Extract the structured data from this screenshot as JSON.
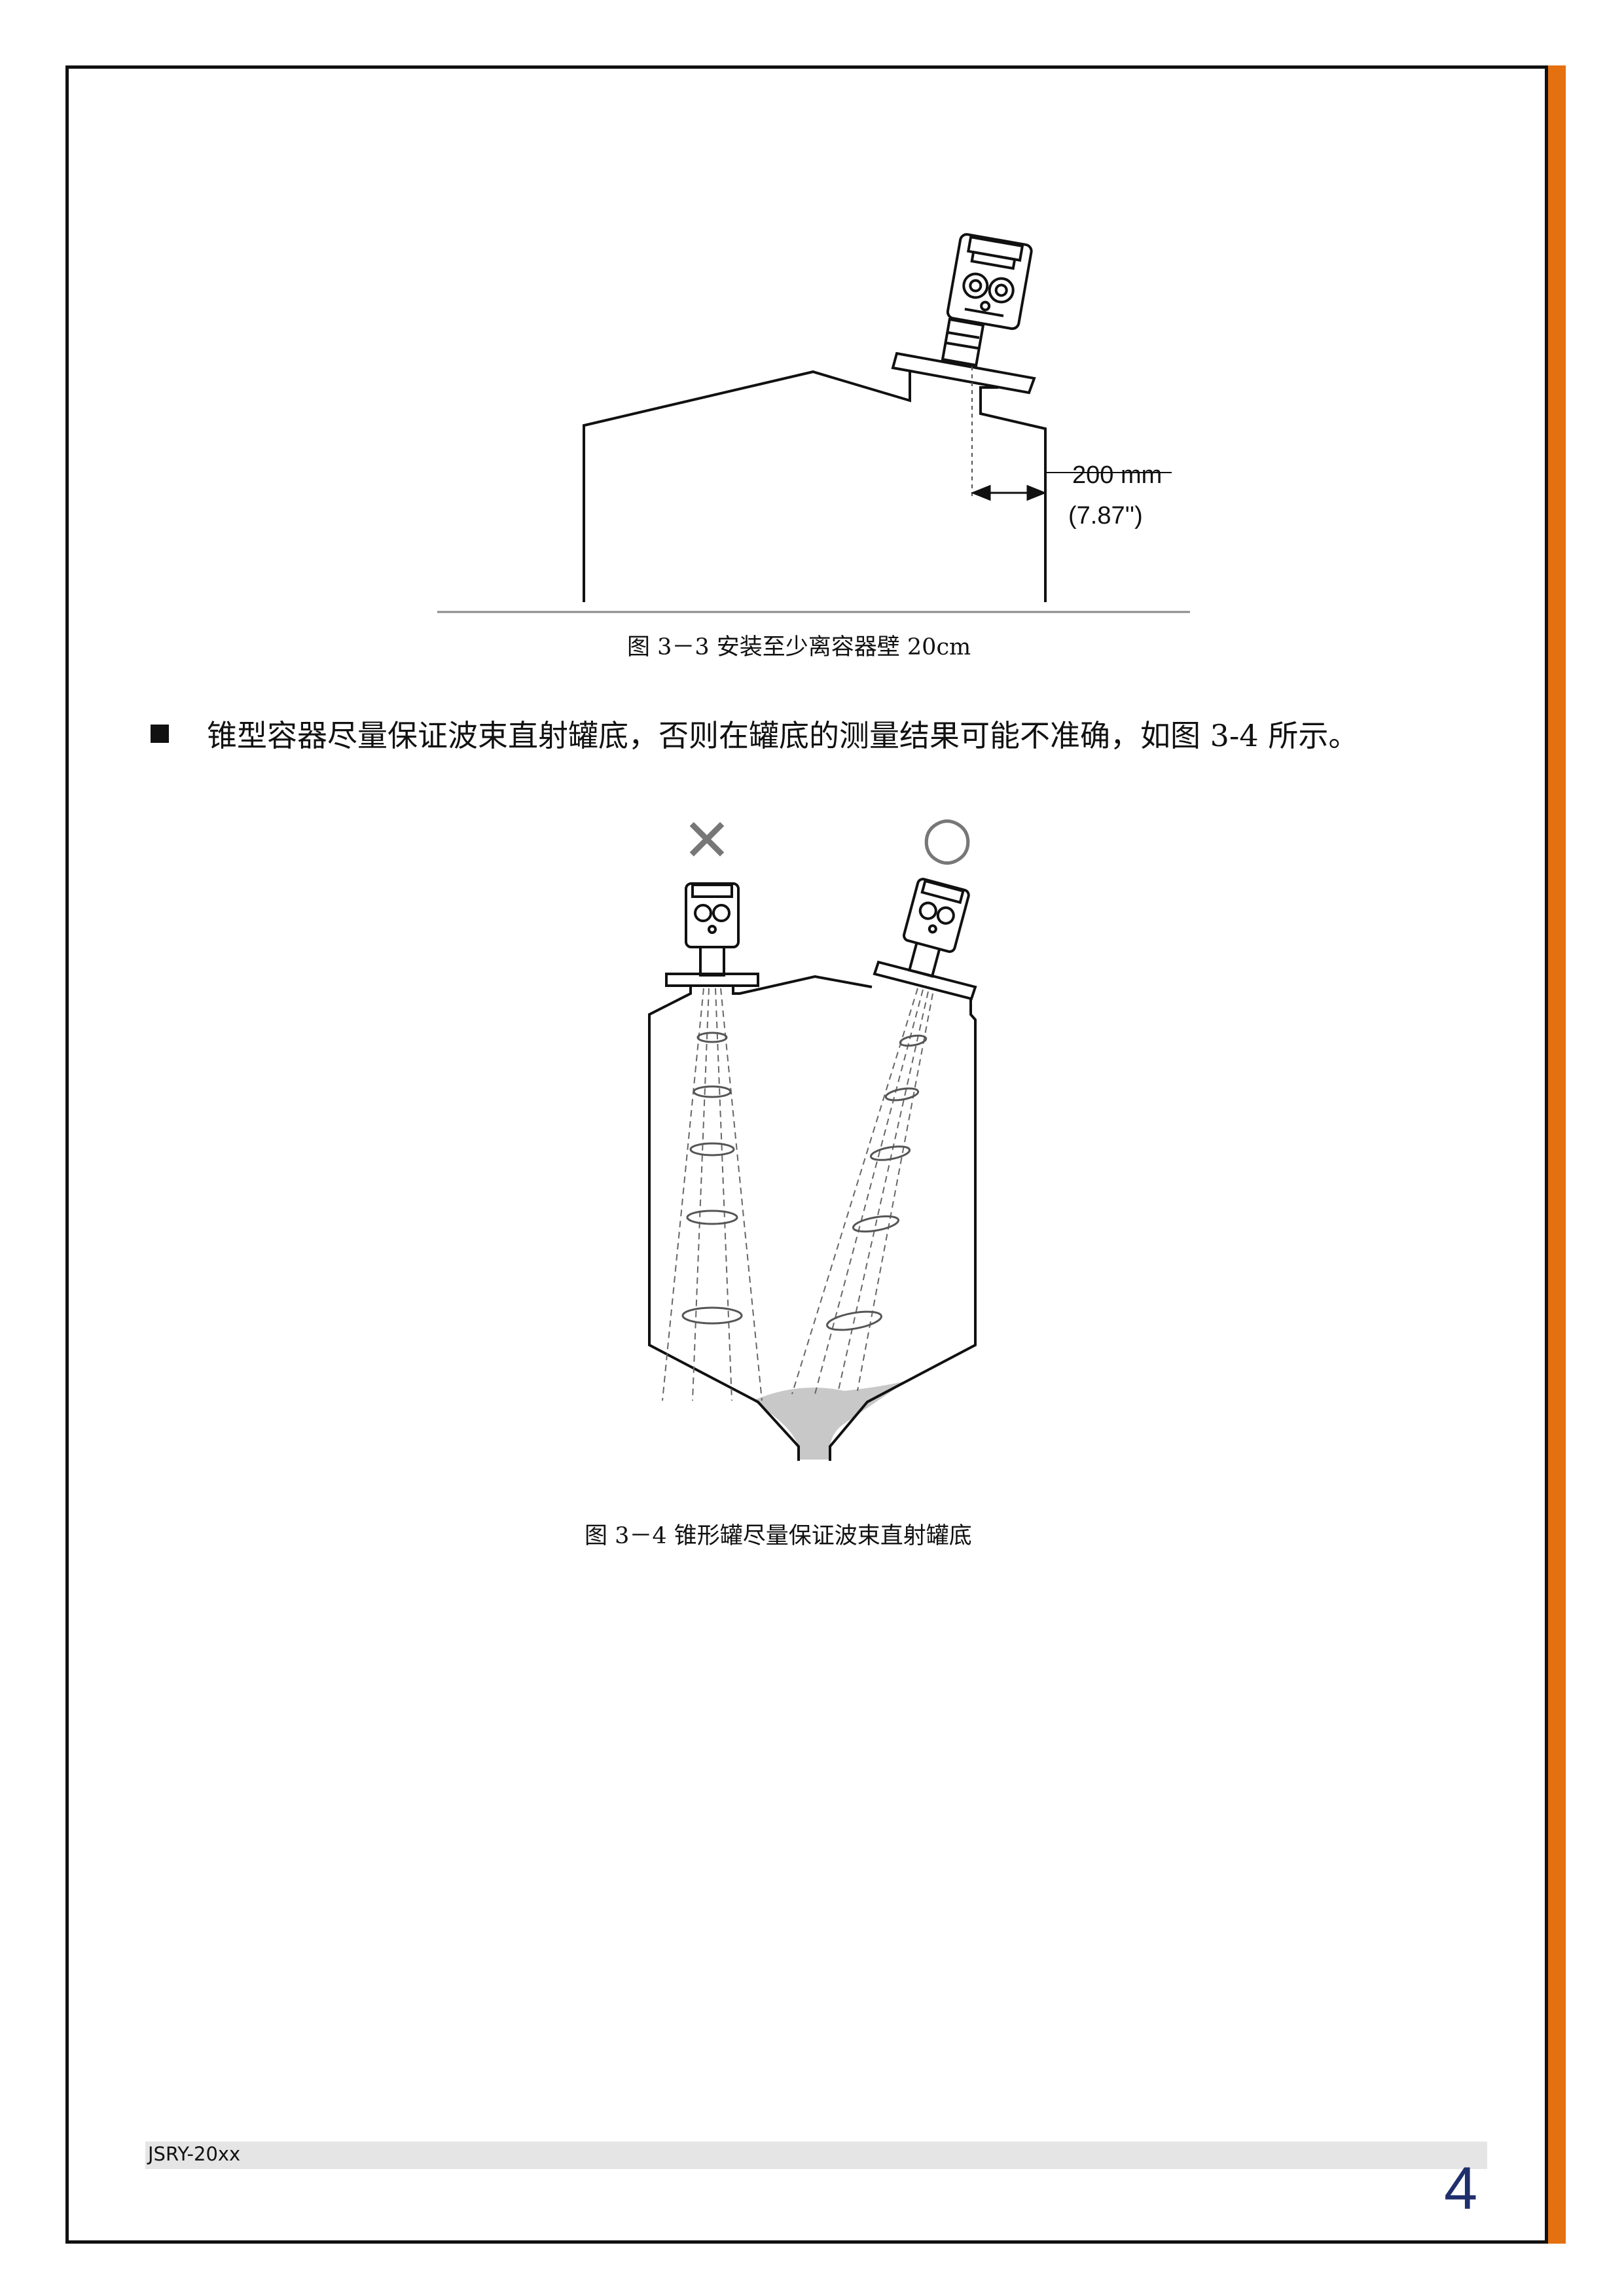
{
  "figure_3_3": {
    "dimension_mm": "200 mm",
    "dimension_in": "(7.87'')",
    "caption": "图 3－3 安装至少离容器壁 20cm"
  },
  "bullet": {
    "text": "锥型容器尽量保证波束直射罐底，否则在罐底的测量结果可能不准确，如图 3-4 所示。"
  },
  "figure_3_4": {
    "wrong_mark": "✕",
    "right_mark": "○",
    "caption": "图 3－4 锥形罐尽量保证波束直射罐底"
  },
  "footer": {
    "doc_code": "JSRY-20xx",
    "page_number": "4"
  },
  "colors": {
    "accent_bar": "#e4700f",
    "page_number": "#1f2f6b",
    "footer_band": "#e5e5e5",
    "material_fill": "#c8c8c8"
  }
}
